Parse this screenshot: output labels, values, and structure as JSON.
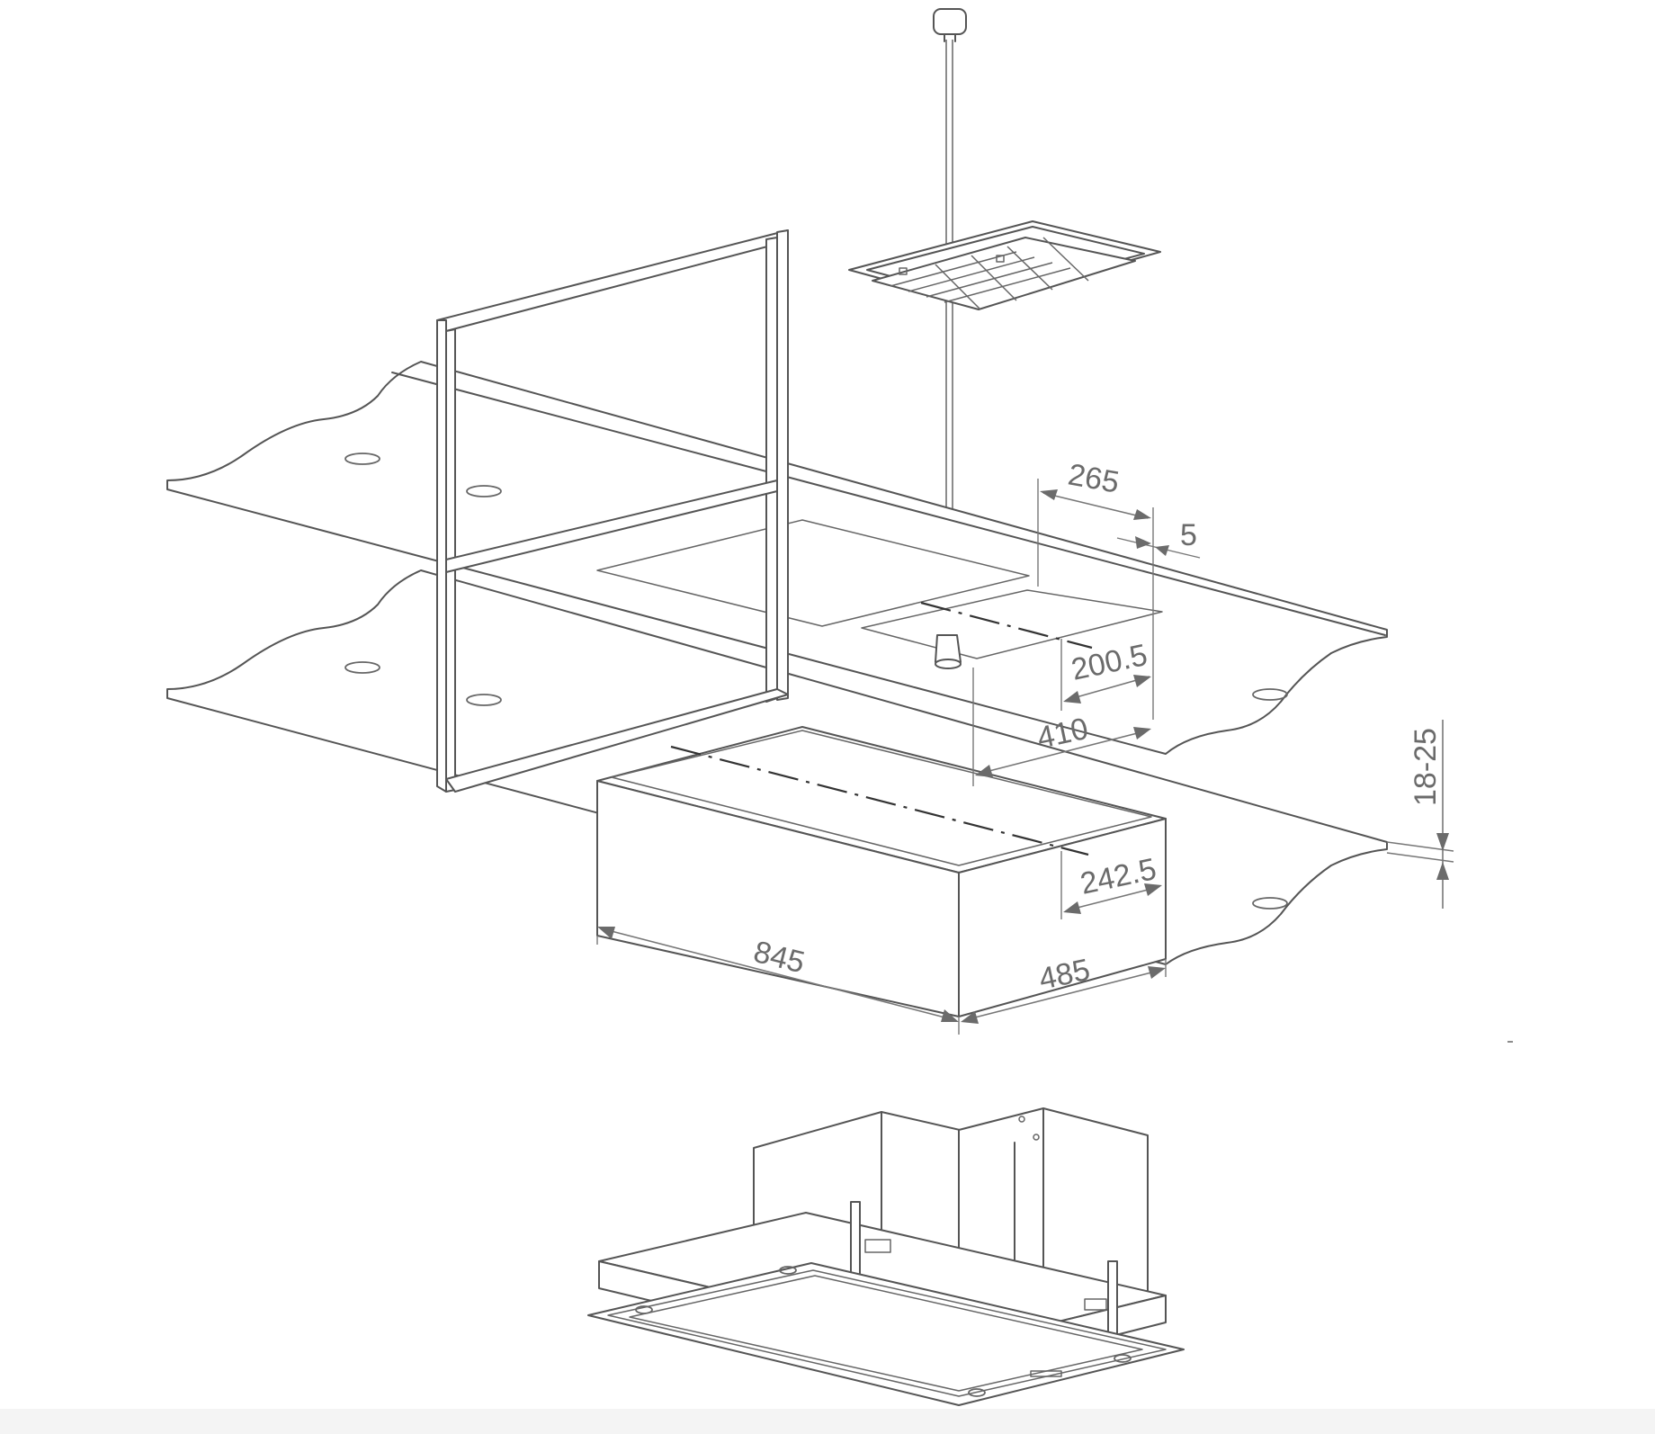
{
  "diagram": {
    "dimensions": {
      "width_265": "265",
      "offset_5": "5",
      "depth_200_5": "200.5",
      "depth_410": "410",
      "thickness_18_25": "18-25",
      "depth_242_5": "242.5",
      "length_845": "845",
      "width_485": "485"
    },
    "colors": {
      "line": "#555555",
      "dimension": "#6b6b6b",
      "background": "#ffffff"
    }
  }
}
